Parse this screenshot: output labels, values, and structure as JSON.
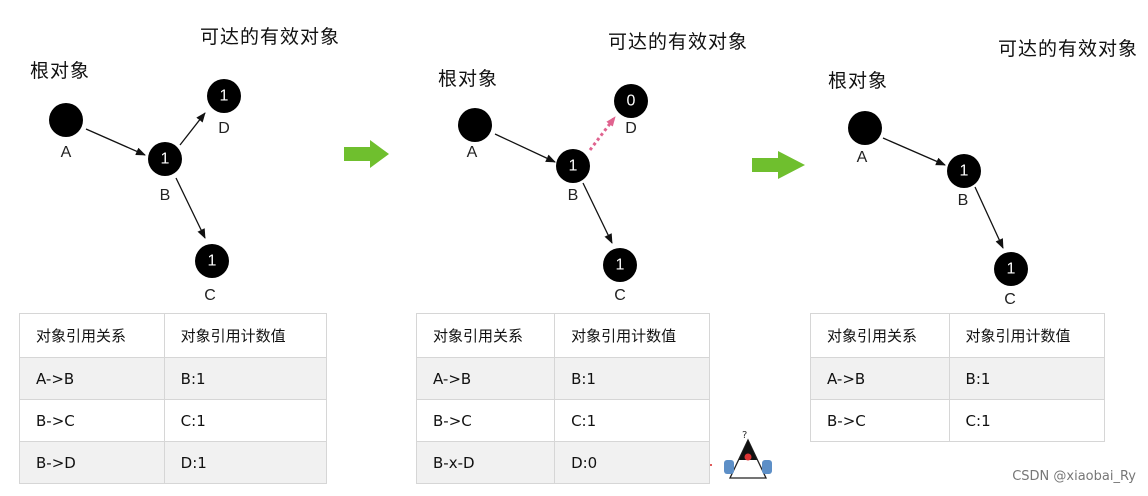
{
  "texts": {
    "root_label": "根对象",
    "reachable_label": "可达的有效对象"
  },
  "panels": [
    {
      "nodes": {
        "A": "",
        "B": "1",
        "C": "1",
        "D": "1"
      },
      "table": {
        "headers": [
          "对象引用关系",
          "对象引用计数值"
        ],
        "rows": [
          [
            "A->B",
            "B:1"
          ],
          [
            "B->C",
            "C:1"
          ],
          [
            "B->D",
            "D:1"
          ]
        ]
      }
    },
    {
      "nodes": {
        "A": "",
        "B": "1",
        "C": "1",
        "D": "0"
      },
      "table": {
        "headers": [
          "对象引用关系",
          "对象引用计数值"
        ],
        "rows": [
          [
            "A->B",
            "B:1"
          ],
          [
            "B->C",
            "C:1"
          ],
          [
            "B-x-D",
            "D:0"
          ]
        ]
      }
    },
    {
      "nodes": {
        "A": "",
        "B": "1",
        "C": "1"
      },
      "table": {
        "headers": [
          "对象引用关系",
          "对象引用计数值"
        ],
        "rows": [
          [
            "A->B",
            "B:1"
          ],
          [
            "B->C",
            "C:1"
          ]
        ]
      }
    }
  ],
  "colors": {
    "node_fill": "#000000",
    "transition_arrow": "#6fbf2e",
    "removed_edge": "#e0638f",
    "pointer_arrow": "#e05a5a"
  },
  "watermark": "CSDN @xiaobai_Ry"
}
